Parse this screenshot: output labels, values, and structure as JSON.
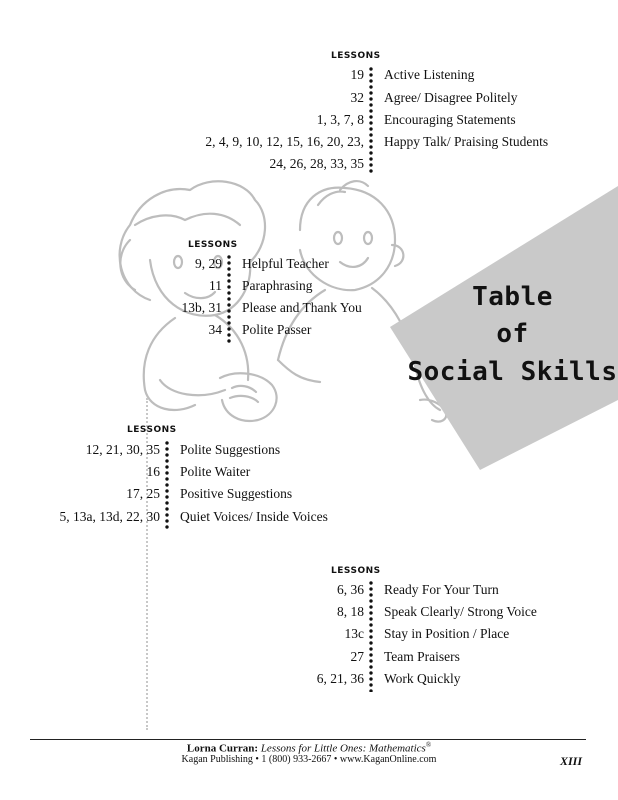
{
  "groups": [
    {
      "header": "LESSONS",
      "rows": [
        {
          "num": "19",
          "skill": "Active Listening"
        },
        {
          "num": "32",
          "skill": "Agree/ Disagree Politely"
        },
        {
          "num": "1, 3, 7, 8",
          "skill": "Encouraging Statements"
        },
        {
          "num": "2, 4, 9, 10, 12, 15, 16, 20, 23,",
          "skill": "Happy Talk/ Praising Students"
        },
        {
          "num": "24, 26, 28, 33, 35",
          "skill": ""
        }
      ]
    },
    {
      "header": "LESSONS",
      "rows": [
        {
          "num": "9, 29",
          "skill": "Helpful Teacher"
        },
        {
          "num": "11",
          "skill": "Paraphrasing"
        },
        {
          "num": "13b, 31",
          "skill": "Please and Thank You"
        },
        {
          "num": "34",
          "skill": "Polite Passer"
        }
      ]
    },
    {
      "header": "LESSONS",
      "rows": [
        {
          "num": "12, 21, 30, 35",
          "skill": "Polite Suggestions"
        },
        {
          "num": "16",
          "skill": "Polite Waiter"
        },
        {
          "num": "17, 25",
          "skill": "Positive Suggestions"
        },
        {
          "num": "5, 13a, 13d, 22, 30",
          "skill": "Quiet Voices/ Inside Voices"
        }
      ]
    },
    {
      "header": "LESSONS",
      "rows": [
        {
          "num": "6, 36",
          "skill": "Ready For Your Turn"
        },
        {
          "num": "8, 18",
          "skill": "Speak Clearly/ Strong Voice"
        },
        {
          "num": "13c",
          "skill": "Stay in Position / Place"
        },
        {
          "num": "27",
          "skill": "Team Praisers"
        },
        {
          "num": "6, 21, 36",
          "skill": "Work Quickly"
        }
      ]
    }
  ],
  "title": {
    "line1": "Table",
    "line2": "of",
    "line3": "Social Skills"
  },
  "footer": {
    "author": "Lorna Curran:",
    "book": "Lessons for Little Ones: Mathematics",
    "reg": "®",
    "publisher": "Kagan Publishing • 1 (800) 933-2667 • www.KaganOnline.com",
    "page": "XIII"
  },
  "colors": {
    "title_box": "#c9c9c9",
    "illustration_line": "#bdbdbd",
    "dot_guide": "#c8c8c8"
  }
}
